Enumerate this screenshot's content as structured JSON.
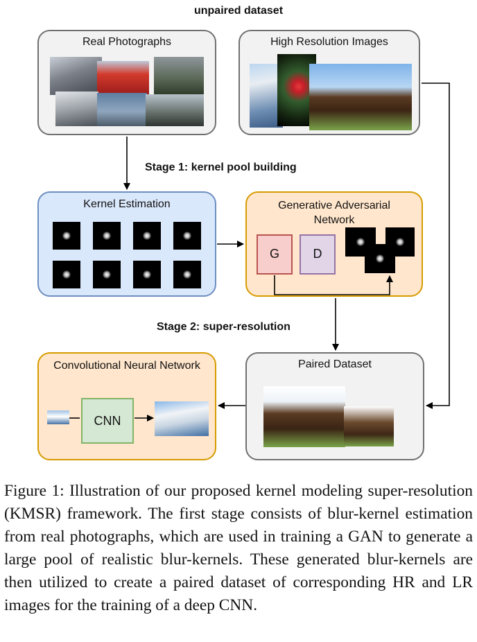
{
  "diagram": {
    "header": "unpaired dataset",
    "real_photos_label": "Real Photographs",
    "hr_images_label": "High Resolution Images",
    "stage1_label": "Stage 1: kernel pool building",
    "kernel_estimation_label": "Kernel Estimation",
    "gan_label": "Generative Adversarial Network",
    "generator_label": "G",
    "discriminator_label": "D",
    "stage2_label": "Stage 2: super-resolution",
    "cnn_box_label": "Convolutional Neural Network",
    "cnn_label": "CNN",
    "paired_dataset_label": "Paired Dataset"
  },
  "caption": "Figure 1: Illustration of our proposed kernel modeling super-resolution (KMSR) framework. The first stage consists of blur-kernel estimation from real photographs, which are used in training a GAN to generate a large pool of realistic blur-kernels. These generated blur-kernels are then utilized to create a paired dataset of corresponding HR and LR images for the training of a deep CNN.",
  "colors": {
    "gray_box": "#f2f2f2",
    "blue_box": "#dae8fc",
    "orange_box": "#ffe6cc",
    "generator": "#f8cecc",
    "discriminator": "#e1d5e7",
    "cnn": "#d5e8d4"
  }
}
